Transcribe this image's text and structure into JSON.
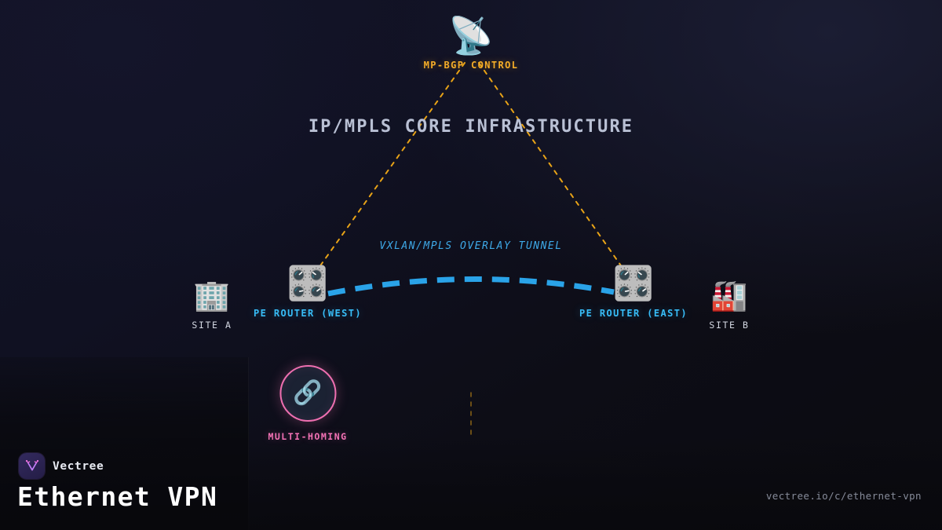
{
  "background": {
    "base_color": "#0b0b10",
    "accent_navy": "#1b1d33"
  },
  "diagram": {
    "core_title": "IP/MPLS CORE INFRASTRUCTURE",
    "tunnel_label": "VXLAN/MPLS OVERLAY TUNNEL",
    "nodes": [
      {
        "id": "satellite",
        "label": "MP-BGP CONTROL",
        "icon": "satellite-antenna-icon",
        "glyph": "📡",
        "color": "#f5ad28"
      },
      {
        "id": "pe-west",
        "label": "PE ROUTER (WEST)",
        "icon": "control-knobs-router-icon",
        "glyph": "🎛️",
        "color": "#38bdf8"
      },
      {
        "id": "pe-east",
        "label": "PE ROUTER (EAST)",
        "icon": "control-knobs-router-icon",
        "glyph": "🎛️",
        "color": "#38bdf8"
      },
      {
        "id": "site-a",
        "label": "SITE A",
        "icon": "office-building-icon",
        "glyph": "🏢",
        "color": "#d4d8e3"
      },
      {
        "id": "site-b",
        "label": "SITE B",
        "icon": "factory-icon",
        "glyph": "🏭",
        "color": "#d4d8e3"
      },
      {
        "id": "multi-homing",
        "label": "MULTI-HOMING",
        "icon": "link-chain-icon",
        "glyph": "🔗",
        "color": "#f472b6"
      }
    ],
    "links": [
      {
        "id": "bgp-west",
        "from": "satellite",
        "to": "pe-west",
        "style": "dashed",
        "color": "#e8a317"
      },
      {
        "id": "bgp-east",
        "from": "satellite",
        "to": "pe-east",
        "style": "dashed",
        "color": "#e8a317"
      },
      {
        "id": "overlay-tunnel",
        "from": "pe-west",
        "to": "pe-east",
        "style": "dashed-thick-curve",
        "color": "#2aa3e8"
      },
      {
        "id": "multihoming-uplink",
        "from": "multi-homing",
        "to": "pe-west",
        "style": "dashed",
        "color": "#e8a317"
      }
    ]
  },
  "footer": {
    "brand_name": "Vectree",
    "logo_icon": "vectree-logo-icon",
    "title": "Ethernet VPN",
    "url": "vectree.io/c/ethernet-vpn"
  }
}
